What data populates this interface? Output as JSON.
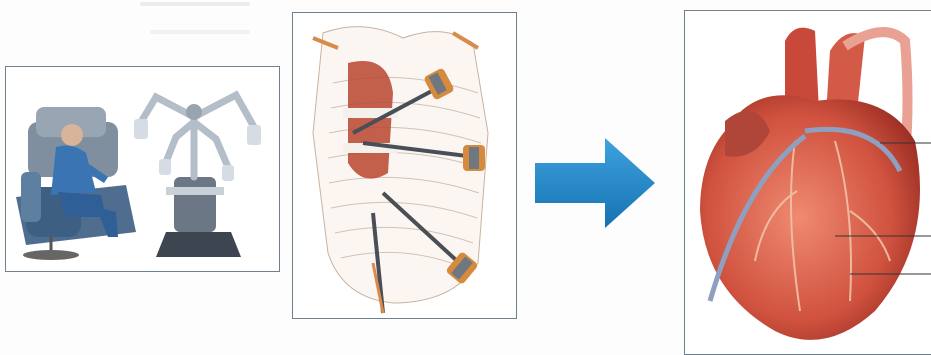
{
  "figure": {
    "panels": [
      {
        "id": "surgical-robot-console",
        "icon": "robot-icon"
      },
      {
        "id": "chest-port-placement",
        "icon": "ribcage-icon"
      },
      {
        "id": "heart-bypass-graft",
        "icon": "heart-icon"
      }
    ],
    "arrow": {
      "icon": "arrow-right-icon",
      "color": "#1e88c9"
    },
    "colors": {
      "panel_border": "#6f7f8c",
      "heart": "#d8584a",
      "graft": "#8e9fc0",
      "console_blue": "#3d6a9a"
    }
  }
}
